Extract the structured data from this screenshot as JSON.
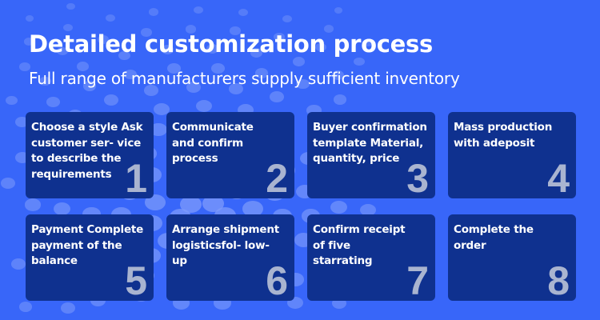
{
  "title": "Detailed customization process",
  "subtitle": "Full range of manufacturers supply sufficient inventory",
  "steps": [
    {
      "text": "Choose a style Ask customer ser- vice to describe the requirements",
      "number": "1"
    },
    {
      "text": "Communicate and confirm process",
      "number": "2"
    },
    {
      "text": "Buyer confirmation template Material, quantity, price",
      "number": "3"
    },
    {
      "text": "Mass production with adeposit",
      "number": "4"
    },
    {
      "text": "Payment Complete payment of the balance",
      "number": "5"
    },
    {
      "text": "Arrange shipment logisticsfol- low-up",
      "number": "6"
    },
    {
      "text": "Confirm receipt of five starrating",
      "number": "7"
    },
    {
      "text": "Complete the order",
      "number": "8"
    }
  ]
}
